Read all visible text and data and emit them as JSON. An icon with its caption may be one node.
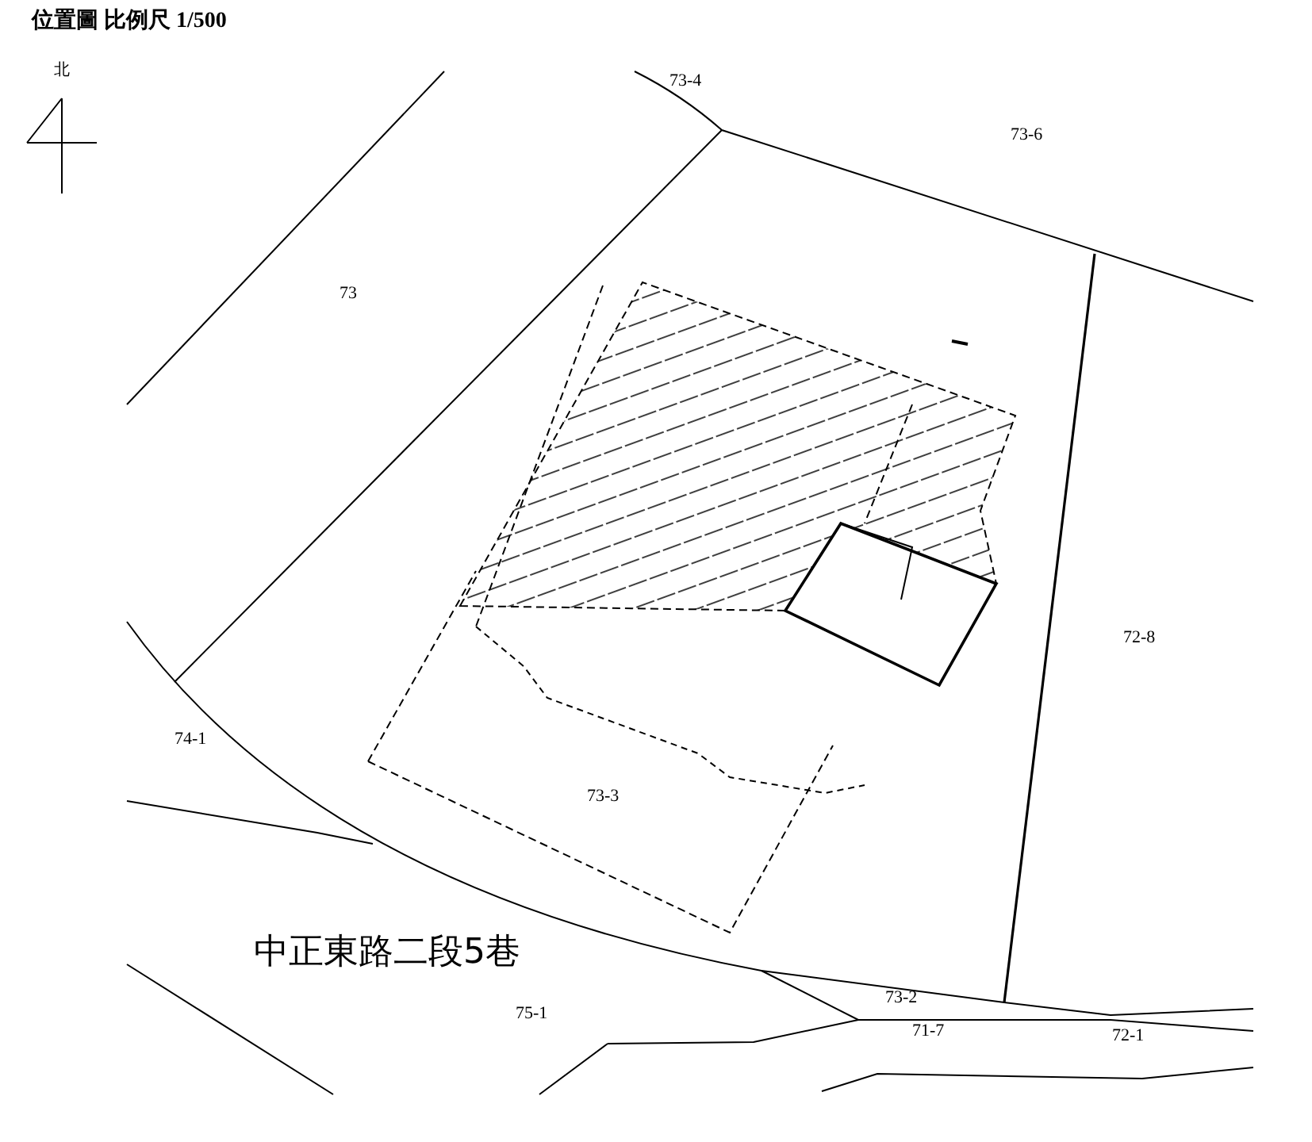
{
  "diagram": {
    "title": "位置圖 比例尺 1/500",
    "labels": [
      "北",
      "73-4",
      "73-6",
      "73",
      "72-8",
      "74-1",
      "73-3",
      "中正東路二段5巷",
      "75-1",
      "73-2",
      "71-7",
      "72-1"
    ]
  }
}
